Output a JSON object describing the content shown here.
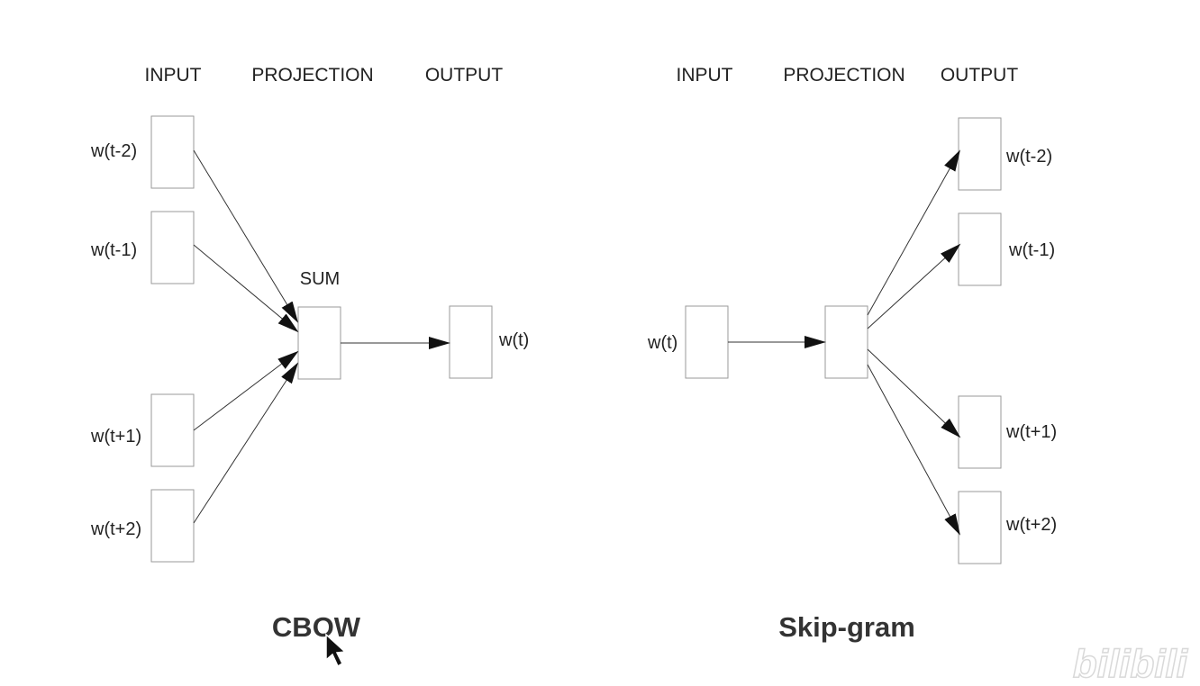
{
  "colors": {
    "line": "#333333",
    "box_border": "#9a9a9a",
    "text": "#222222",
    "title": "#333333",
    "watermark": "#d9d9d9"
  },
  "cbow": {
    "title": "CBOW",
    "headers": {
      "input": "INPUT",
      "projection": "PROJECTION",
      "output": "OUTPUT"
    },
    "sum_label": "SUM",
    "inputs": [
      "w(t-2)",
      "w(t-1)",
      "w(t+1)",
      "w(t+2)"
    ],
    "output": "w(t)"
  },
  "skipgram": {
    "title": "Skip-gram",
    "headers": {
      "input": "INPUT",
      "projection": "PROJECTION",
      "output": "OUTPUT"
    },
    "input": "w(t)",
    "outputs": [
      "w(t-2)",
      "w(t-1)",
      "w(t+1)",
      "w(t+2)"
    ]
  },
  "watermark": {
    "text": "bilibili"
  },
  "icons": {
    "cursor": "mouse-pointer-icon"
  }
}
